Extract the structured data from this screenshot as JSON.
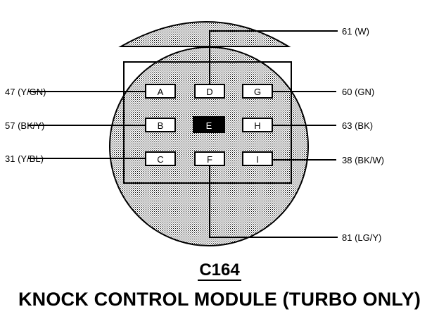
{
  "connector": {
    "id": "C164",
    "title": "KNOCK CONTROL MODULE (TURBO ONLY)"
  },
  "pins": {
    "A": {
      "label": "A",
      "circuit": "47 (Y/GN)"
    },
    "B": {
      "label": "B",
      "circuit": "57 (BK/Y)"
    },
    "C": {
      "label": "C",
      "circuit": "31 (Y/BL)"
    },
    "D": {
      "label": "D",
      "circuit": "61 (W)"
    },
    "E": {
      "label": "E",
      "circuit": ""
    },
    "F": {
      "label": "F",
      "circuit": "81 (LG/Y)"
    },
    "G": {
      "label": "G",
      "circuit": "60 (GN)"
    },
    "H": {
      "label": "H",
      "circuit": "63 (BK)"
    },
    "I": {
      "label": "I",
      "circuit": "38 (BK/W)"
    }
  },
  "colors": {
    "line": "#000000",
    "fill": "#cfcfcf",
    "pin_fill": "#ffffff",
    "pin_blocked": "#000000"
  }
}
